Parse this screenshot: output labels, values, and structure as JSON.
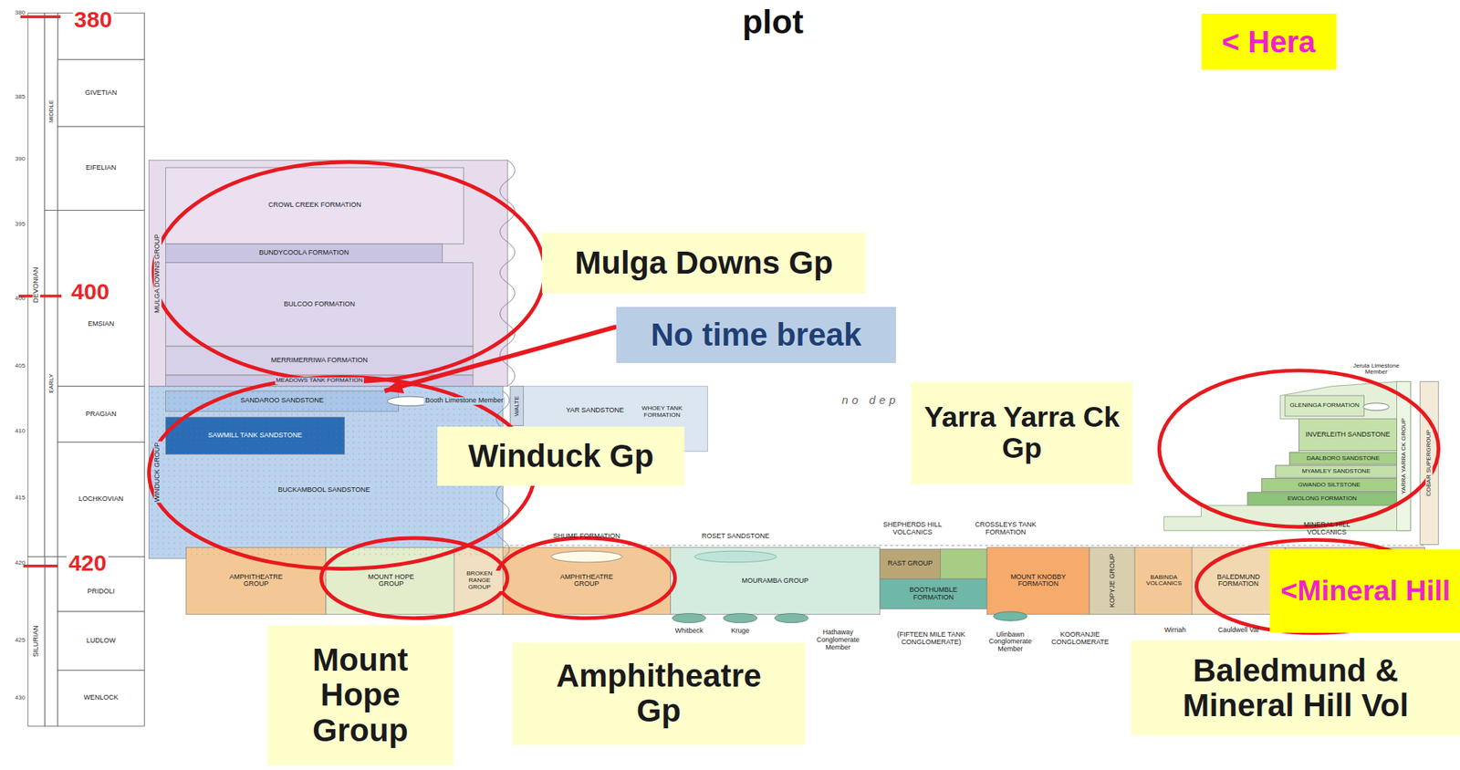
{
  "diagram": {
    "title": "plot",
    "nodes": [
      {
        "text": [
          "DEVONIAN"
        ]
      },
      {
        "text": [
          "SILURIAN"
        ]
      },
      {
        "text": [
          "MIDDLE"
        ]
      },
      {
        "text": [
          "EARLY"
        ]
      },
      {
        "text": [
          "GIVETIAN"
        ]
      },
      {
        "text": [
          "EIFELIAN"
        ]
      },
      {
        "text": [
          "EMSIAN"
        ]
      },
      {
        "text": [
          "PRAGIAN"
        ]
      },
      {
        "text": [
          "LOCHKOVIAN"
        ]
      },
      {
        "text": [
          "PRIDOLI"
        ]
      },
      {
        "text": [
          "LUDLOW"
        ]
      },
      {
        "text": [
          "WENLOCK"
        ]
      },
      {
        "text": [
          "MULGA DOWNS GROUP"
        ]
      },
      {
        "text": [
          "CROWL CREEK FORMATION"
        ],
        "in": 12
      },
      {
        "text": [
          "BUNDYCOOLA FORMATION"
        ],
        "in": 12
      },
      {
        "text": [
          "BULCOO FORMATION"
        ],
        "in": 12
      },
      {
        "text": [
          "MERRIMERRIWA FORMATION"
        ],
        "in": 12
      },
      {
        "text": [
          "MEADOWS TANK FORMATION"
        ],
        "in": 12
      },
      {
        "text": [
          "WINDUCK GROUP"
        ]
      },
      {
        "text": [
          "SANDAROO SANDSTONE"
        ],
        "in": 18
      },
      {
        "text": [
          "SAWMILL TANK SANDSTONE"
        ],
        "in": 18
      },
      {
        "text": [
          "BUCKAMBOOL SANDSTONE"
        ],
        "in": 18
      },
      {
        "text": [
          "WALTE"
        ]
      },
      {
        "text": [
          "YAR SANDSTONE"
        ]
      },
      {
        "text": [
          "WHOEY TANK FORMATION"
        ]
      },
      {
        "text": [
          "YARRA YARRA CK GROUP"
        ]
      },
      {
        "text": [
          "GLENINGA FORMATION"
        ],
        "in": 25
      },
      {
        "text": [
          "INVERLEITH SANDSTONE"
        ],
        "in": 25
      },
      {
        "text": [
          "DAALBORO SANDSTONE"
        ],
        "in": 25
      },
      {
        "text": [
          "MYAMLEY SANDSTONE"
        ],
        "in": 25
      },
      {
        "text": [
          "GWANDO SILTSTONE"
        ],
        "in": 25
      },
      {
        "text": [
          "EWOLONG FORMATION"
        ],
        "in": 25
      },
      {
        "text": [
          "COBAR SUPERGROUP"
        ]
      },
      {
        "text": [
          "AMPHITHEATRE GROUP"
        ]
      },
      {
        "text": [
          "MOUNT HOPE GROUP"
        ]
      },
      {
        "text": [
          "BROKEN RANGE GROUP"
        ]
      },
      {
        "text": [
          "AMPHITHEATRE GROUP"
        ]
      },
      {
        "text": [
          "MOURAMBA GROUP"
        ]
      },
      {
        "text": [
          "RAST GROUP"
        ]
      },
      {
        "text": [
          "BOOTHUMBLE FORMATION"
        ]
      },
      {
        "text": [
          "MOUNT KNOBBY FORMATION"
        ]
      },
      {
        "text": [
          "KOPYJE GROUP"
        ]
      },
      {
        "text": [
          "BABINDA VOLCANICS"
        ]
      },
      {
        "text": [
          "BALEDMUND FORMATION"
        ]
      },
      {
        "text": [
          "< Hera"
        ]
      },
      {
        "text": [
          "Mulga Downs Gp"
        ]
      },
      {
        "text": [
          "No time break"
        ]
      },
      {
        "text": [
          "Winduck Gp"
        ]
      },
      {
        "text": [
          "Yarra Yarra Ck Gp"
        ]
      },
      {
        "text": [
          "<Mineral Hill"
        ]
      },
      {
        "text": [
          "Mount Hope Group"
        ]
      },
      {
        "text": [
          "Amphitheatre Gp"
        ]
      },
      {
        "text": [
          "Baledmund & Mineral Hill Vol"
        ]
      }
    ],
    "edges": [
      {
        "from": 46,
        "to": 19,
        "arrow": "to"
      }
    ],
    "labels": [
      "380",
      "385",
      "390",
      "395",
      "400",
      "405",
      "410",
      "415",
      "420",
      "425",
      "430",
      "380",
      "400",
      "420",
      "Booth Limestone Member",
      "no dep",
      "Jerula Limestone Member",
      "SHUME FORMATION",
      "ROSET SANDSTONE",
      "SHEPHERDS HILL VOLCANICS",
      "CROSSLEYS TANK FORMATION",
      "MINERAL HILL VOLCANICS",
      "Whitbeck",
      "Kruge",
      "Hathaway Conglomerate Member",
      "(FIFTEEN MILE TANK CONGLOMERATE)",
      "Ulinbawn Conglomerate Member",
      "KOORANJIE CONGLOMERATE",
      "Wirriah",
      "Cauldwell Val"
    ]
  }
}
